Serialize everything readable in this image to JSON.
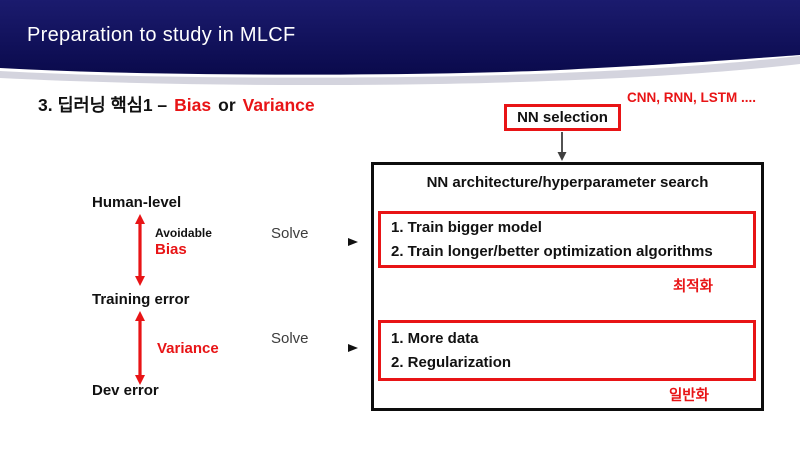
{
  "slide": {
    "header": {
      "title": "Preparation to study in MLCF"
    },
    "heading": {
      "prefix": "3. 딥러닝 핵심1 –",
      "bias": "Bias",
      "or": "or",
      "variance": "Variance"
    },
    "top_right_note": "CNN, RNN, LSTM ....",
    "nn_selection_label": "NN selection",
    "search_box": {
      "title": "NN architecture/hyperparameter search",
      "bias_solutions": {
        "items": [
          "1. Train bigger model",
          "2. Train longer/better optimization algorithms"
        ],
        "tag": "최적화"
      },
      "variance_solutions": {
        "items": [
          "1. More data",
          "2. Regularization"
        ],
        "tag": "일반화"
      }
    },
    "ladder": {
      "human_level": "Human-level",
      "training_error": "Training error",
      "dev_error": "Dev error",
      "avoidable": "Avoidable",
      "bias": "Bias",
      "variance": "Variance",
      "solve_bias": "Solve",
      "solve_variance": "Solve"
    },
    "colors": {
      "header_navy": "#0c0c52",
      "accent_red": "#e81416",
      "box_black": "#0d0d0d",
      "solve_gray": "#7a7a7a",
      "background": "#ffffff"
    }
  }
}
